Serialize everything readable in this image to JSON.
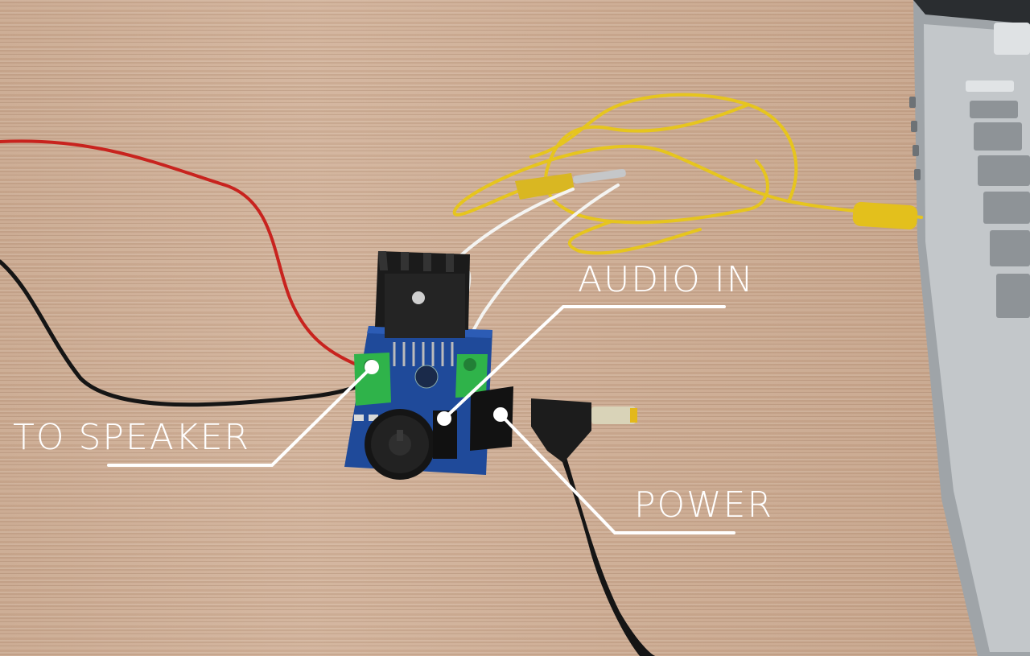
{
  "annotations": {
    "speaker": {
      "label": "TO SPEAKER"
    },
    "audio": {
      "label": "AUDIO IN"
    },
    "power": {
      "label": "POWER"
    }
  },
  "colors": {
    "desk": "#c9a68c",
    "callout": "#ffffff",
    "pcb": "#1f4a9a",
    "terminal": "#2fb34a",
    "heatsink": "#1b1b1b",
    "aux_cable": "#e6c51e",
    "red_wire": "#c8231e",
    "laptop": "#b8bcbf"
  },
  "icons": [
    "amplifier-board",
    "heatsink",
    "screw-terminal",
    "potentiometer-knob",
    "dc-barrel-jack",
    "aux-cable",
    "laptop"
  ]
}
